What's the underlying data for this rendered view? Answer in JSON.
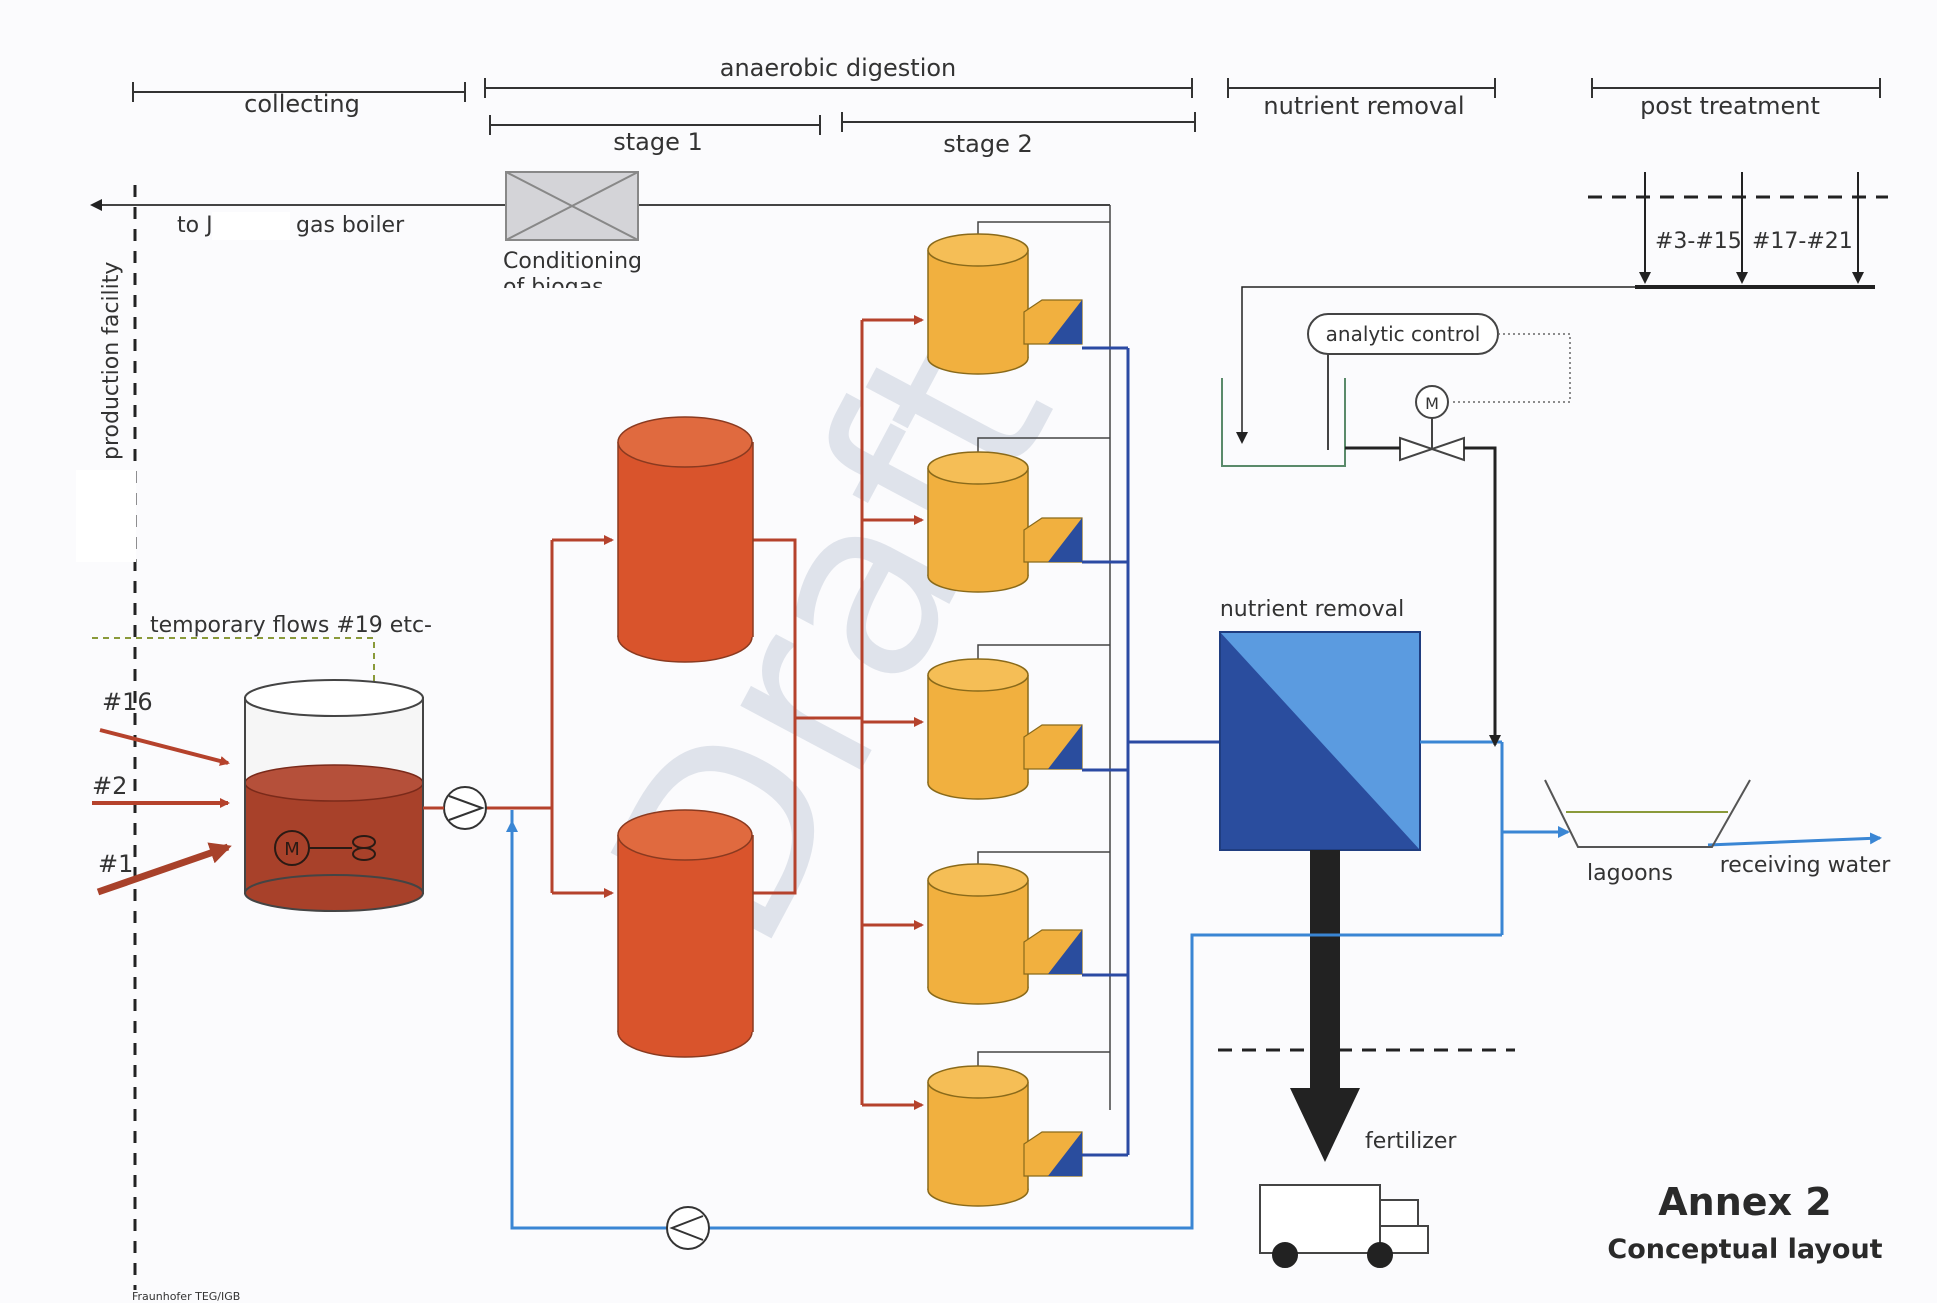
{
  "phases": {
    "collecting": "collecting",
    "anaerobic": "anaerobic digestion",
    "stage1": "stage 1",
    "stage2": "stage 2",
    "nutrient": "nutrient removal",
    "post": "post treatment"
  },
  "labels": {
    "to_gas_boiler_prefix": "to J",
    "to_gas_boiler_suffix": "gas boiler",
    "conditioning_line1": "Conditioning",
    "conditioning_line2": "of biogas",
    "production_facility": "production facility",
    "temporary_flows": "temporary flows #19 etc-",
    "flow_16": "#16",
    "flow_2": "#2",
    "flow_1": "#1",
    "motor_m": "M",
    "valve_m": "M",
    "analytic_control": "analytic control",
    "post_flows_a": "#3-#15",
    "post_flows_b": "#17-#21",
    "nutrient_removal_unit": "nutrient removal",
    "lagoons": "lagoons",
    "receiving_water": "receiving water",
    "fertilizer": "fertilizer",
    "watermark": "Draft",
    "credit": "Fraunhofer TEG/IGB"
  },
  "annex": {
    "title": "Annex 2",
    "subtitle": "Conceptual layout"
  },
  "colors": {
    "stage1_tank": "#d9542c",
    "stage2_tank": "#f1b03f",
    "holding_tank_liquid": "#a8412a",
    "feed_pipe": "#b5422c",
    "effluent_pipe": "#2b4aa3",
    "recycle_pipe": "#3a86d4",
    "nutrient_dark": "#2a4d9e",
    "nutrient_light": "#5b9be0",
    "fertilizer_arrow": "#222222",
    "gas_line": "#555555"
  }
}
